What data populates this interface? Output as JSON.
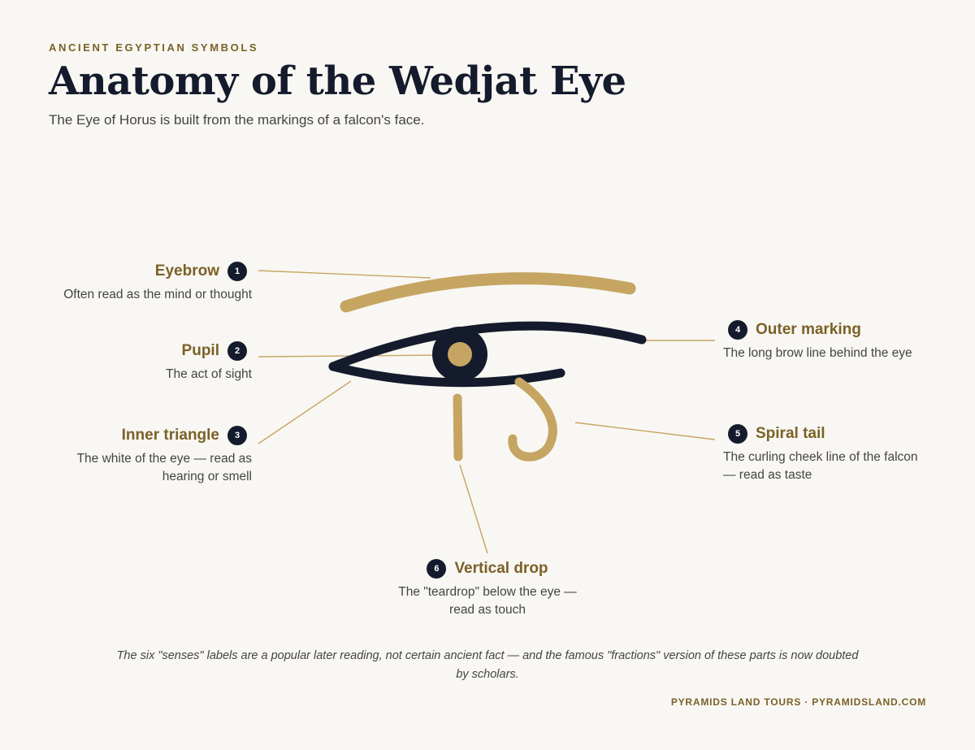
{
  "header": {
    "kicker": "ANCIENT EGYPTIAN SYMBOLS",
    "title": "Anatomy of the Wedjat Eye",
    "subtitle": "The Eye of Horus is built from the markings of a falcon's face."
  },
  "colors": {
    "gold": "#c6a562",
    "navy": "#141b2c",
    "label_gold": "#7a6127",
    "background": "#f9f7f3"
  },
  "parts": [
    {
      "number": "1",
      "title": "Eyebrow",
      "description": "Often read as the mind or thought"
    },
    {
      "number": "2",
      "title": "Pupil",
      "description": "The act of sight"
    },
    {
      "number": "3",
      "title": "Inner triangle",
      "description": "The white of the eye — read as hearing or smell"
    },
    {
      "number": "4",
      "title": "Outer marking",
      "description": "The long brow line behind the eye"
    },
    {
      "number": "5",
      "title": "Spiral tail",
      "description": "The curling cheek line of the falcon — read as taste"
    },
    {
      "number": "6",
      "title": "Vertical drop",
      "description": "The \"teardrop\" below the eye — read as touch"
    }
  ],
  "footnote": "The six \"senses\" labels are a popular later reading, not certain ancient fact — and the famous \"fractions\" version of these parts is now doubted by scholars.",
  "footer": "PYRAMIDS LAND TOURS · PYRAMIDSLAND.COM"
}
